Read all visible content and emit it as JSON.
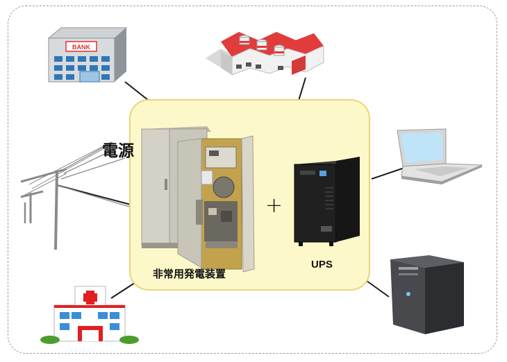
{
  "diagram": {
    "power_source_label": "電源",
    "generator_label": "非常用発電装置",
    "plus_sign": "+",
    "ups_label": "UPS",
    "bank_sign": "BANK"
  },
  "colors": {
    "panel_fill": "#fdf8c9",
    "panel_border": "#e8d47a",
    "factory_roof": "#e23b3b",
    "hospital_cross": "#e02020",
    "bank_sign": "#e03030"
  }
}
